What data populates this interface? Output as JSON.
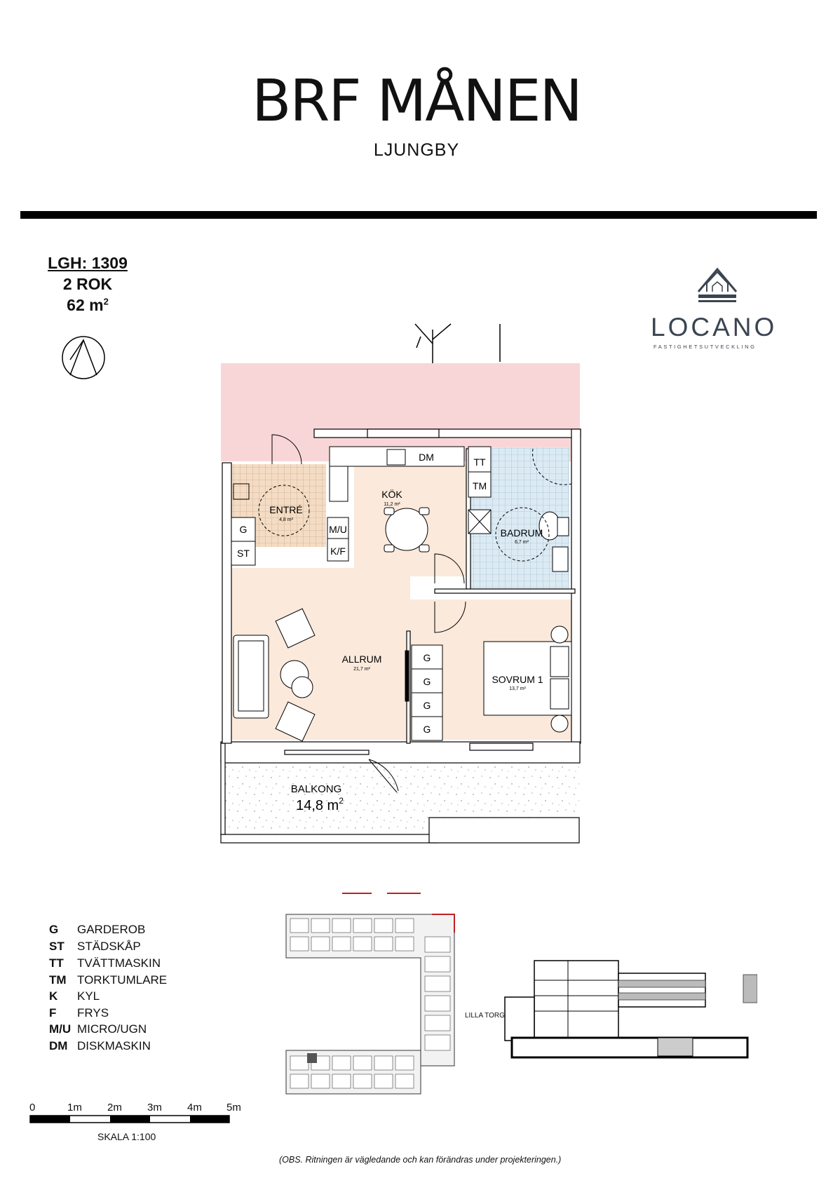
{
  "header": {
    "title": "BRF MÅNEN",
    "subtitle": "LJUNGBY"
  },
  "apartment": {
    "number": "LGH: 1309",
    "type": "2 ROK",
    "size_value": "62 m",
    "size_unit_sup": "2"
  },
  "logo": {
    "name": "LOCANO",
    "tagline": "FASTIGHETSUTVECKLING"
  },
  "rooms": {
    "kok": {
      "name": "KÖK",
      "area": "11,2 m²"
    },
    "entre": {
      "name": "ENTRÉ",
      "area": "4,8 m²"
    },
    "badrum": {
      "name": "BADRUM",
      "area": "6,7 m²"
    },
    "allrum": {
      "name": "ALLRUM",
      "area": "21,7 m²"
    },
    "sovrum": {
      "name": "SOVRUM 1",
      "area": "13,7 m²"
    },
    "balkong": {
      "name": "BALKONG",
      "area": "14,8 m",
      "area_sup": "2"
    }
  },
  "fixtures": {
    "dm": "DM",
    "tt": "TT",
    "tm": "TM",
    "g": "G",
    "st": "ST",
    "mu": "M/U",
    "kf": "K/F"
  },
  "legend": [
    {
      "key": "G",
      "value": "GARDEROB"
    },
    {
      "key": "ST",
      "value": "STÄDSKÅP"
    },
    {
      "key": "TT",
      "value": "TVÄTTMASKIN"
    },
    {
      "key": "TM",
      "value": "TORKTUMLARE"
    },
    {
      "key": "K",
      "value": "KYL"
    },
    {
      "key": "F",
      "value": "FRYS"
    },
    {
      "key": "M/U",
      "value": "MICRO/UGN"
    },
    {
      "key": "DM",
      "value": "DISKMASKIN"
    }
  ],
  "scale": {
    "ticks": [
      "0",
      "1m",
      "2m",
      "3m",
      "4m",
      "5m"
    ],
    "label": "SKALA 1:100"
  },
  "site": {
    "lilla_torg": "LILLA TORG"
  },
  "disclaimer": "(OBS. Ritningen är vägledande och kan förändras under projekteringen.)",
  "colors": {
    "balcony_top": "#f8d6d8",
    "living": "#fbe9db",
    "bath": "#dceaf3",
    "entry": "#f4dcc4",
    "logo": "#3b4551"
  }
}
